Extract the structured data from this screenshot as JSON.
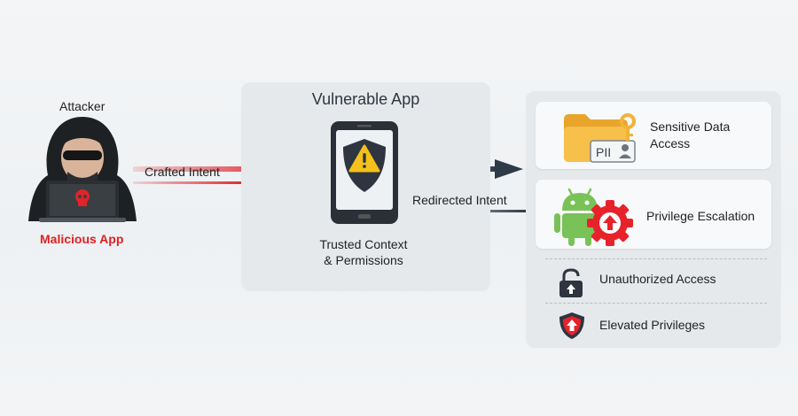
{
  "attacker": {
    "title": "Attacker",
    "app_label": "Malicious App"
  },
  "flow": {
    "crafted_intent": "Crafted Intent",
    "redirected_intent": "Redirected Intent"
  },
  "vulnerable_app": {
    "title": "Vulnerable App",
    "caption_line1": "Trusted Context",
    "caption_line2": "& Permissions"
  },
  "impacts": [
    {
      "label_line1": "Sensitive Data",
      "label_line2": "Access",
      "icon": "folder-pii-key-icon"
    },
    {
      "label": "Privilege Escalation",
      "icon": "android-gear-up-icon"
    },
    {
      "label": "Unauthorized Access",
      "icon": "unlock-icon"
    },
    {
      "label": "Elevated Privileges",
      "icon": "shield-up-icon"
    }
  ],
  "folder_badge": "PII",
  "colors": {
    "attack": "#e0242a",
    "flow_dark": "#2f3a48",
    "warning": "#f4c11a",
    "android": "#78c257",
    "folder": "#f2b83a"
  }
}
